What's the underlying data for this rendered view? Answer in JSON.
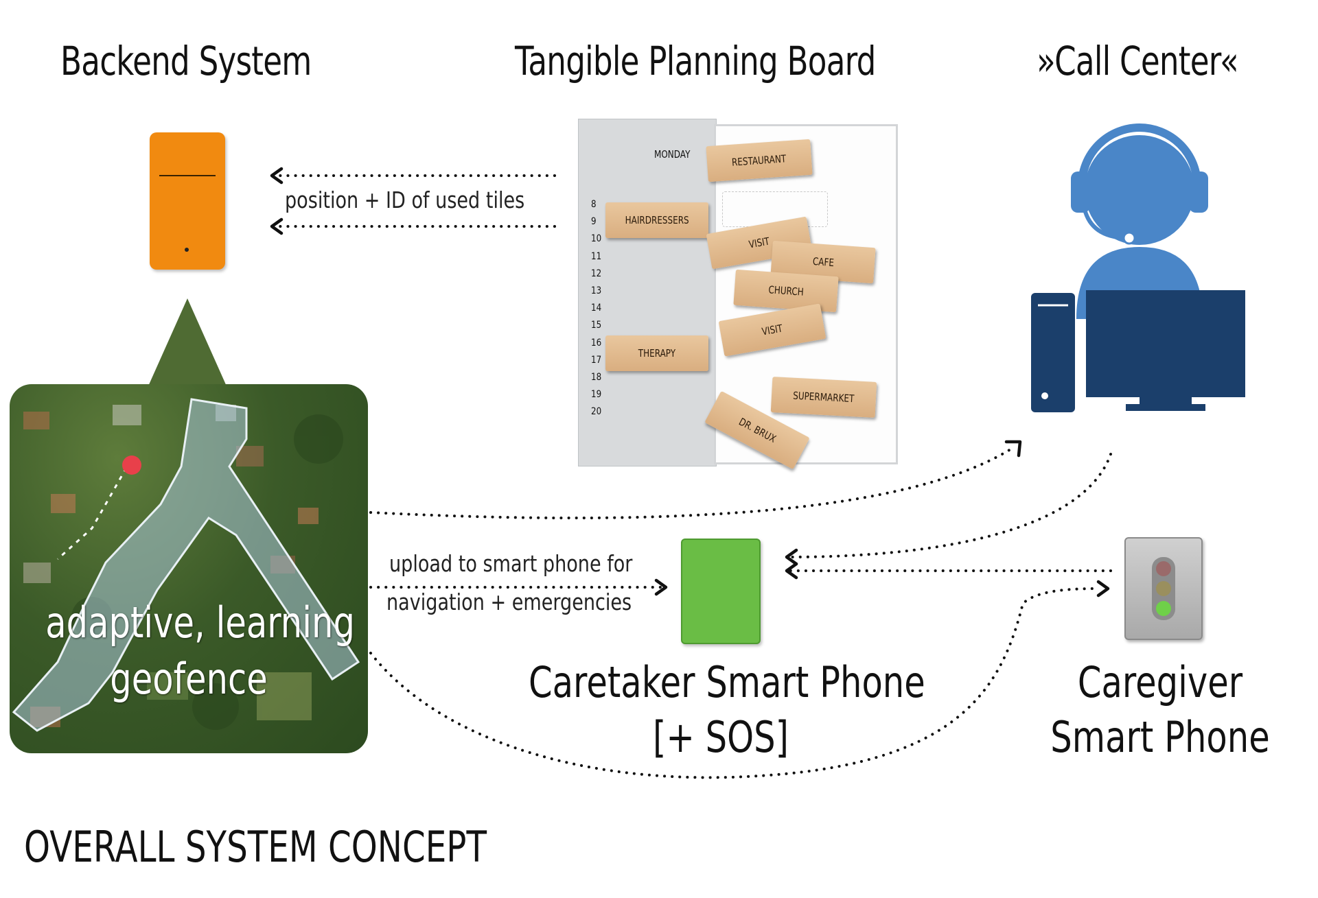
{
  "headings": {
    "backend": "Backend System",
    "board": "Tangible Planning Board",
    "call_center": "»Call Center«"
  },
  "arrows": {
    "backend_label": "position + ID of used tiles",
    "upload_line1": "upload to smart phone for",
    "upload_line2": "navigation + emergencies"
  },
  "board": {
    "day": "MONDAY",
    "hours": [
      "8",
      "9",
      "10",
      "11",
      "12",
      "13",
      "14",
      "15",
      "16",
      "17",
      "18",
      "19",
      "20"
    ],
    "tiles": {
      "restaurant": "RESTAURANT",
      "hairdressers": "HAIRDRESSERS",
      "visit1": "VISIT",
      "cafe": "CAFE",
      "church": "CHURCH",
      "visit2": "VISIT",
      "therapy": "THERAPY",
      "supermarket": "SUPERMARKET",
      "drbrux": "DR. BRUX"
    }
  },
  "map": {
    "line1": "adaptive, learning",
    "line2": "geofence"
  },
  "caretaker": {
    "line1": "Caretaker Smart Phone",
    "line2": "[+ SOS]"
  },
  "caregiver": {
    "line1": "Caregiver",
    "line2": "Smart Phone"
  },
  "footer": "OVERALL SYSTEM CONCEPT",
  "colors": {
    "server": "#f18a10",
    "caretaker_phone": "#6abd45",
    "agent_light": "#4a86c8",
    "agent_dark": "#1b3f6b",
    "geofence_dot": "#e8404a"
  },
  "icons": [
    "server-icon",
    "call-center-agent-icon",
    "smartphone-icon",
    "traffic-light-icon"
  ]
}
